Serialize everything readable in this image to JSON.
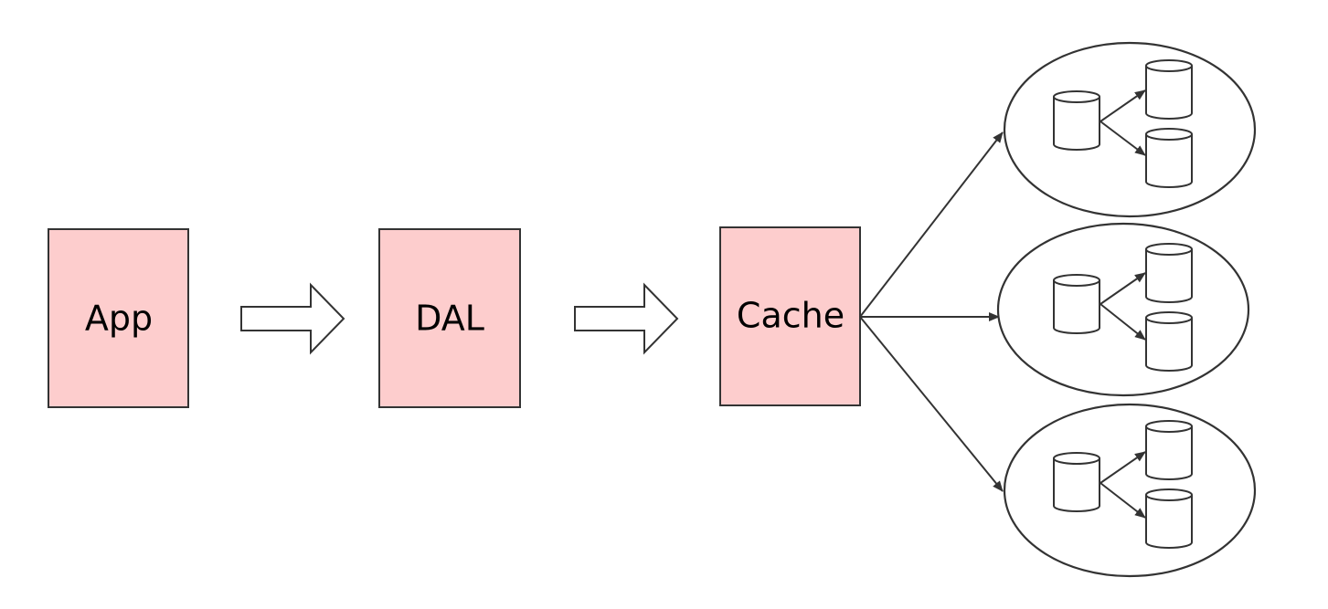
{
  "nodes": [
    {
      "id": "app",
      "label": "App"
    },
    {
      "id": "dal",
      "label": "DAL"
    },
    {
      "id": "cache",
      "label": "Cache"
    }
  ],
  "clusters": [
    {
      "id": "cluster-top",
      "databases": 3
    },
    {
      "id": "cluster-middle",
      "databases": 3
    },
    {
      "id": "cluster-bottom",
      "databases": 3
    }
  ],
  "colors": {
    "box_fill": "#fdcdcd",
    "box_stroke": "#333333",
    "line": "#333333",
    "background": "#ffffff"
  }
}
